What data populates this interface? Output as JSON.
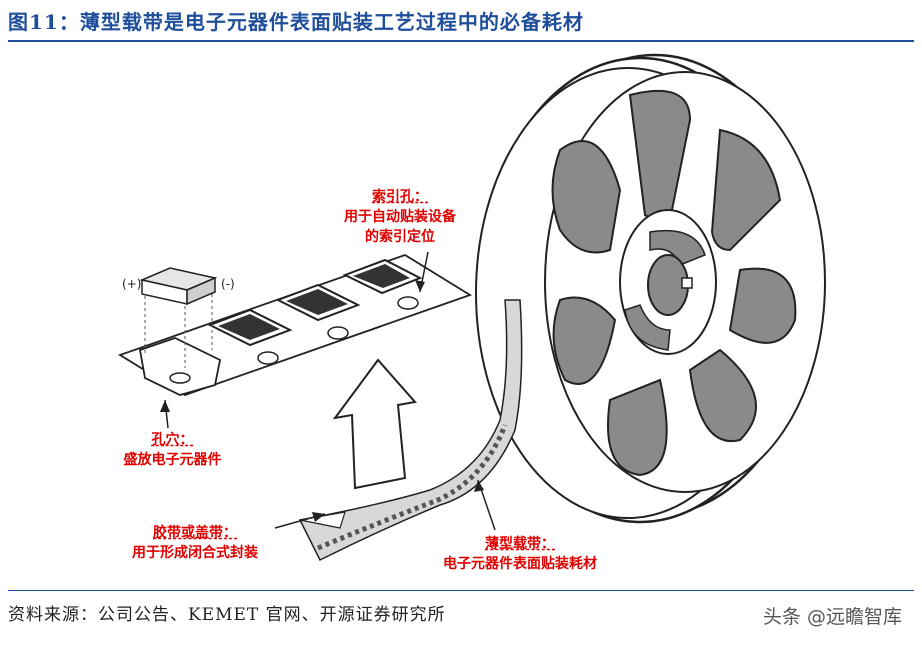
{
  "figure": {
    "title": "图11：薄型载带是电子元器件表面贴装工艺过程中的必备耗材"
  },
  "labels": {
    "index_hole": {
      "head": "索引孔：",
      "line1": "用于自动贴装设备",
      "line2": "的索引定位"
    },
    "cavity": {
      "head": "孔穴：",
      "line1": "盛放电子元器件"
    },
    "cover_tape": {
      "head": "胶带或盖带：",
      "line1": "用于形成闭合式封装"
    },
    "carrier_tape": {
      "head": "薄型载带：",
      "line1": "电子元器件表面贴装耗材"
    },
    "polarity_plus": "(+)",
    "polarity_minus": "(-)"
  },
  "footer": {
    "source": "资料来源：公司公告、KEMET 官网、开源证券研究所",
    "watermark": "头条 @远瞻智库"
  },
  "colors": {
    "title": "#1f4e9a",
    "label": "#e00000",
    "reel": "#8a8a8a"
  }
}
